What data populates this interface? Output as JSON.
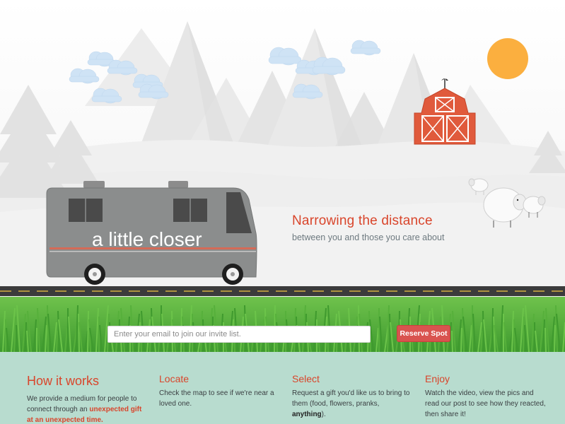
{
  "hero": {
    "bus_text": "a little closer",
    "headline": "Narrowing the distance",
    "subline": "between you and those you care about"
  },
  "signup": {
    "email_placeholder": "Enter your email to join our invite list.",
    "reserve_label": "Reserve Spot"
  },
  "how": {
    "title": "How it works",
    "text_before": "We provide a medium for people to connect through an ",
    "text_highlight": "unexpected gift at an unexpected time."
  },
  "locate": {
    "title": "Locate",
    "text": "Check the map to see if we're near a loved one."
  },
  "select": {
    "title": "Select",
    "text_before": "Request a gift you'd like us to bring to them (food, flowers, pranks, ",
    "text_strong": "anything",
    "text_after": ")."
  },
  "enjoy": {
    "title": "Enjoy",
    "text": "Watch the video, view the pics and read our post to see how they reacted, then share it!"
  },
  "colors": {
    "accent": "#d9452b",
    "button": "#d9534f",
    "info_bg": "#b8dccf",
    "sun": "#fbaf3f",
    "grass": "#4fae3a"
  }
}
